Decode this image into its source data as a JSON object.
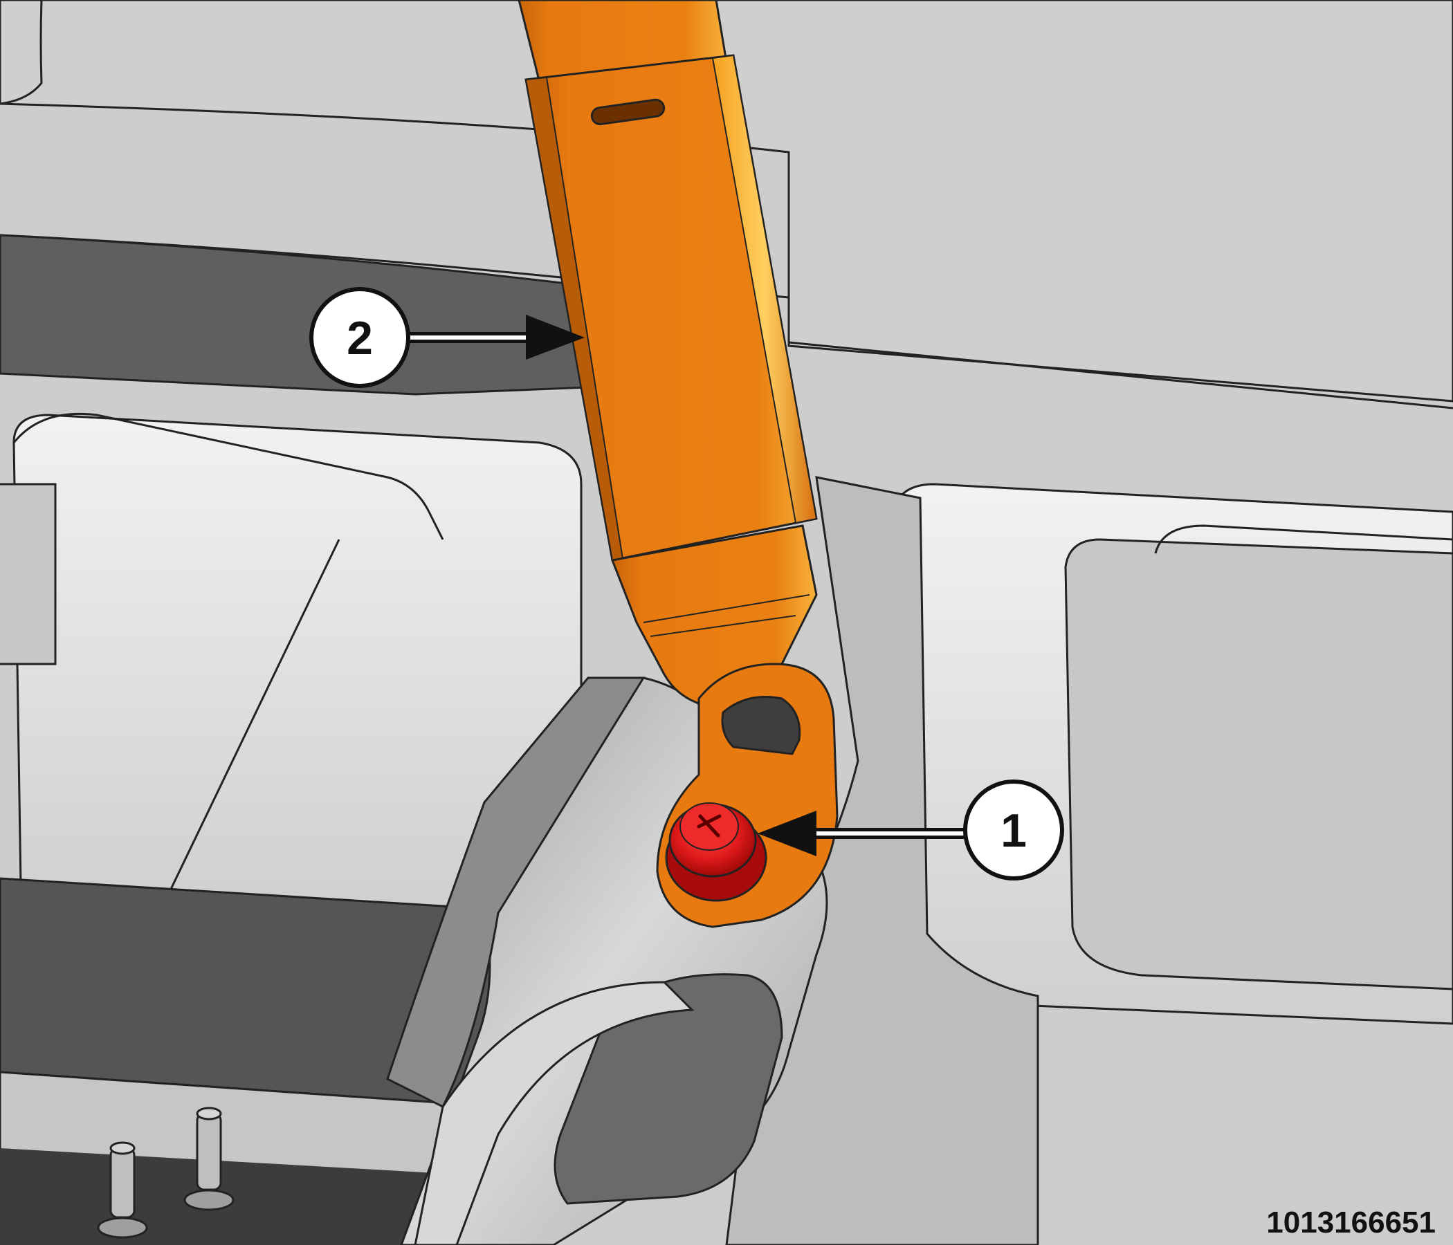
{
  "callouts": [
    {
      "id": "1",
      "label": "1",
      "target": "seat-belt-anchor-bolt"
    },
    {
      "id": "2",
      "label": "2",
      "target": "seat-belt-buckle-strap"
    }
  ],
  "reference_number": "1013166651",
  "colors": {
    "strap_orange": "#e87a10",
    "bolt_red": "#e01a1a",
    "background_gray": "#cfcfcf",
    "dark_recess": "#5a5a5a"
  }
}
